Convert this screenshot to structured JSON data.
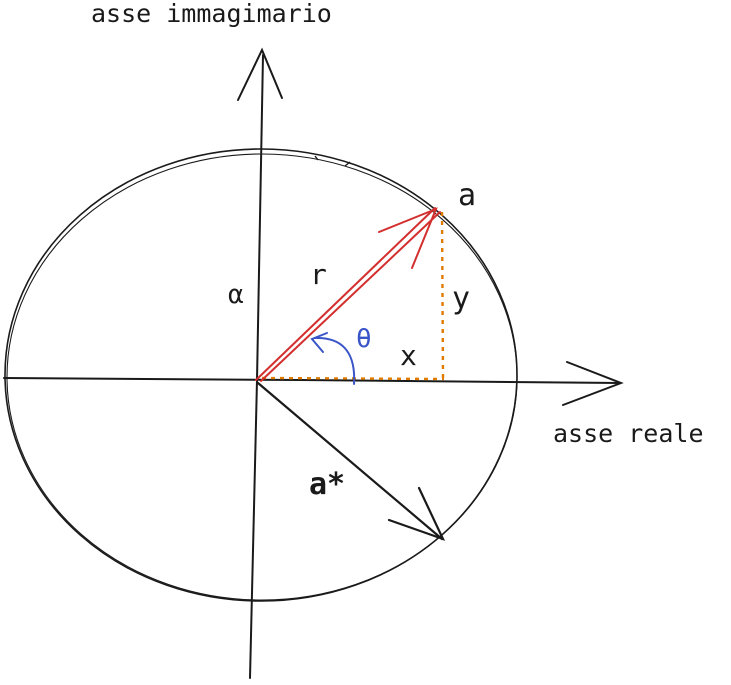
{
  "axes": {
    "imaginary_label": "asse immagimario",
    "real_label": "asse reale"
  },
  "labels": {
    "point_a": "a",
    "conjugate": "a*",
    "radius": "r",
    "angle": "θ",
    "x": "x",
    "y": "y",
    "alpha": "α"
  },
  "colors": {
    "ink": "#1a1a1a",
    "vector_a": "#d32f2f",
    "angle": "#3a55c8",
    "projection": "#e07b00"
  }
}
